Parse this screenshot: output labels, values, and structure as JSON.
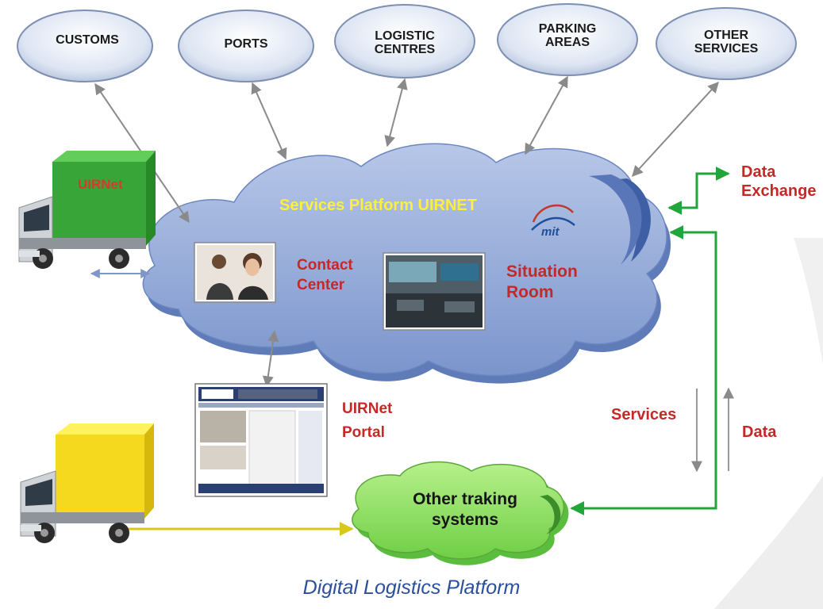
{
  "nodes": [
    {
      "id": "customs",
      "label": "CUSTOMS"
    },
    {
      "id": "ports",
      "label": "PORTS"
    },
    {
      "id": "logistic_centres",
      "label": "LOGISTIC\nCENTRES"
    },
    {
      "id": "parking_areas",
      "label": "PARKING\nAREAS"
    },
    {
      "id": "other_services",
      "label": "OTHER\nSERVICES"
    }
  ],
  "platform": {
    "title": "Services Platform UIRNET",
    "contact_center": "Contact\nCenter",
    "situation_room": "Situation\nRoom",
    "logo_text": "mit"
  },
  "truck_top": {
    "body_text": "UIRNet"
  },
  "portal": {
    "label": "UIRNet\nPortal"
  },
  "other_tracking": {
    "label": "Other traking\nsystems"
  },
  "right_labels": {
    "data_exchange": "Data\nExchange",
    "services": "Services",
    "data": "Data"
  },
  "caption": "Digital Logistics Platform",
  "colors": {
    "node_fill": "#dfe6f3",
    "cloud_fill": "#93a9d6",
    "green_cloud": "#96e06b",
    "green_arrow": "#22a53a",
    "yellow_arrow": "#e3d42f",
    "red_text": "#c62828",
    "title_yellow": "#ffef3a",
    "truck_green": "#3fb43f",
    "truck_yellow": "#ffe926"
  }
}
